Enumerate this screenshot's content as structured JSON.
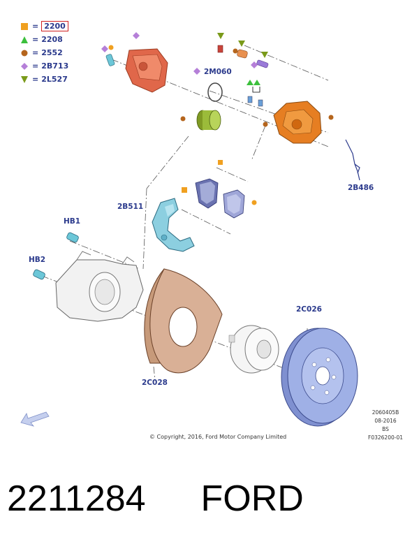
{
  "legend": [
    {
      "symbol": "orange-square",
      "color": "#f0a020",
      "code": "2200",
      "highlighted": true
    },
    {
      "symbol": "green-triangle",
      "color": "#3cbf3c",
      "code": "2208"
    },
    {
      "symbol": "brown-circle",
      "color": "#b5651d",
      "code": "2552"
    },
    {
      "symbol": "purple-diamond",
      "color": "#b57fd8",
      "code": "2B713"
    },
    {
      "symbol": "olive-triangle-down",
      "color": "#7a9a1a",
      "code": "2L527"
    }
  ],
  "callouts": {
    "m060": "2M060",
    "b486": "2B486",
    "b511": "2B511",
    "hb1": "HB1",
    "hb2": "HB2",
    "c026": "2C026",
    "c028": "2C028"
  },
  "drawing_info": {
    "number": "2060405B",
    "date": "08-2016",
    "code": "BS",
    "ref": "F0326200-01"
  },
  "copyright": "© Copyright, 2016, Ford Motor Company Limited",
  "footer": {
    "part_number": "2211284",
    "brand": "FORD"
  },
  "colors": {
    "callout_text": "#2b3a8c",
    "caliper_red": "#e0674a",
    "caliper_orange": "#e67e22",
    "bracket_cyan": "#8ccfe0",
    "pad_purple": "#9fa6d8",
    "shield_brown": "#c79a7a",
    "disc_blue": "#9fb0e6",
    "piston_olive": "#9bbb3a"
  }
}
